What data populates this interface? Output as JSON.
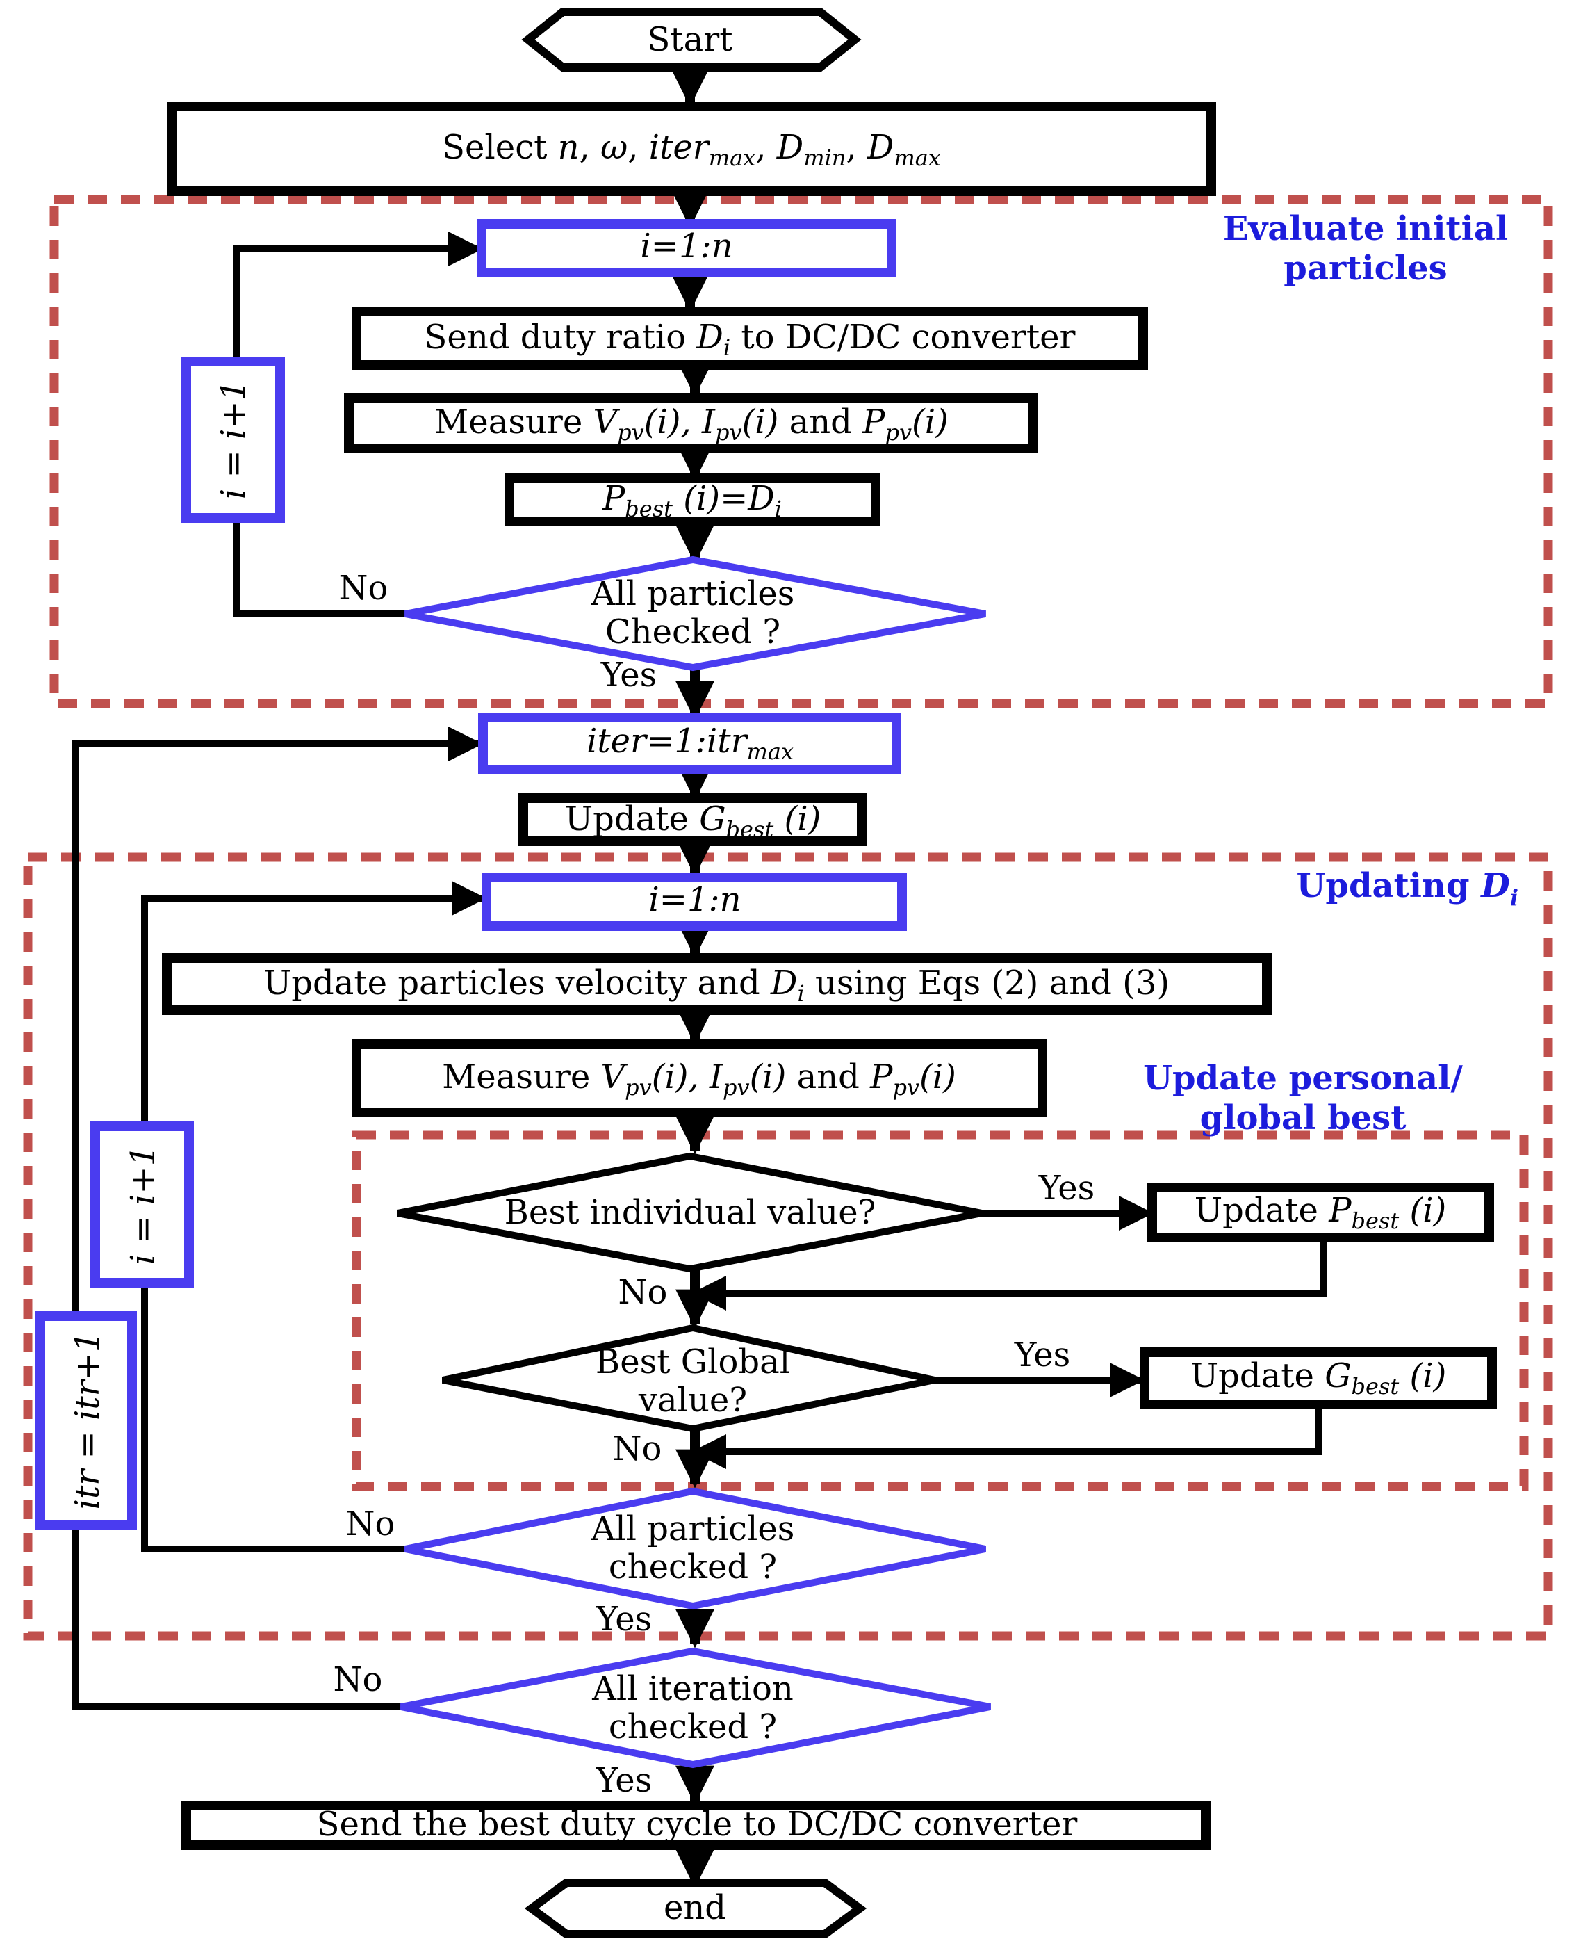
{
  "flowchart": {
    "start": "Start",
    "end": "end",
    "select": {
      "text": "Select ",
      "n": "n",
      "sep1": ", ",
      "omega": "ω",
      "sep2": ", ",
      "iter": "iter",
      "iter_sub": "max",
      "sep3": ", ",
      "dmin": "D",
      "dmin_sub": "min",
      "sep4": ", ",
      "dmax": "D",
      "dmax_sub": "max"
    },
    "group_evaluate": {
      "title_line1": "Evaluate initial",
      "title_line2": "particles"
    },
    "loop_i_1": "i=1:n",
    "send_duty": {
      "pre": "Send duty ratio ",
      "d": "D",
      "sub": "i",
      "post": " to DC/DC converter"
    },
    "measure": {
      "pre": "Measure ",
      "v": "V",
      "v_sub": "pv",
      "v_arg": "(i), ",
      "i": "I",
      "i_sub": "pv",
      "i_arg": "(i)",
      "mid": " and ",
      "p": "P",
      "p_sub": "pv",
      "p_arg": "(i)"
    },
    "pbest_assign": {
      "p": "P",
      "p_sub": "best",
      "rest": " (i)=D",
      "sub": "i"
    },
    "check_particles_1": {
      "line1": "All particles",
      "line2": "Checked ?"
    },
    "increment_i": "i = i+1",
    "yes": "Yes",
    "no": "No",
    "loop_iter": {
      "text": "iter=1:itr",
      "sub": "max"
    },
    "update_gbest_1": {
      "pre": "Update ",
      "g": "G",
      "g_sub": "best",
      "arg": " (i)"
    },
    "group_updating": {
      "title": "Updating ",
      "d": "D",
      "sub": "i"
    },
    "loop_i_2": "i=1:n",
    "update_velocity": {
      "pre": "Update particles velocity and ",
      "d": "D",
      "sub": "i",
      "post": " using Eqs (2) and (3)"
    },
    "group_personal": {
      "title_line1": "Update personal/",
      "title_line2": "global best"
    },
    "best_individual": "Best individual value?",
    "update_pbest": {
      "pre": "Update ",
      "p": "P",
      "p_sub": "best",
      "arg": " (i)"
    },
    "best_global": {
      "line1": "Best Global",
      "line2": "value?"
    },
    "update_gbest_2": {
      "pre": "Update ",
      "g": "G",
      "g_sub": "best",
      "arg": " (i)"
    },
    "check_particles_2": {
      "line1": "All particles",
      "line2": "checked ?"
    },
    "increment_itr": "itr = itr+1",
    "check_iteration": {
      "line1": "All iteration",
      "line2": "checked ?"
    },
    "send_best": "Send the best duty cycle to DC/DC converter",
    "colors": {
      "process_border": "#000000",
      "loop_border": "#4a3cf0",
      "group_dash": "#c0504d",
      "group_title": "#1c1cdc"
    }
  }
}
